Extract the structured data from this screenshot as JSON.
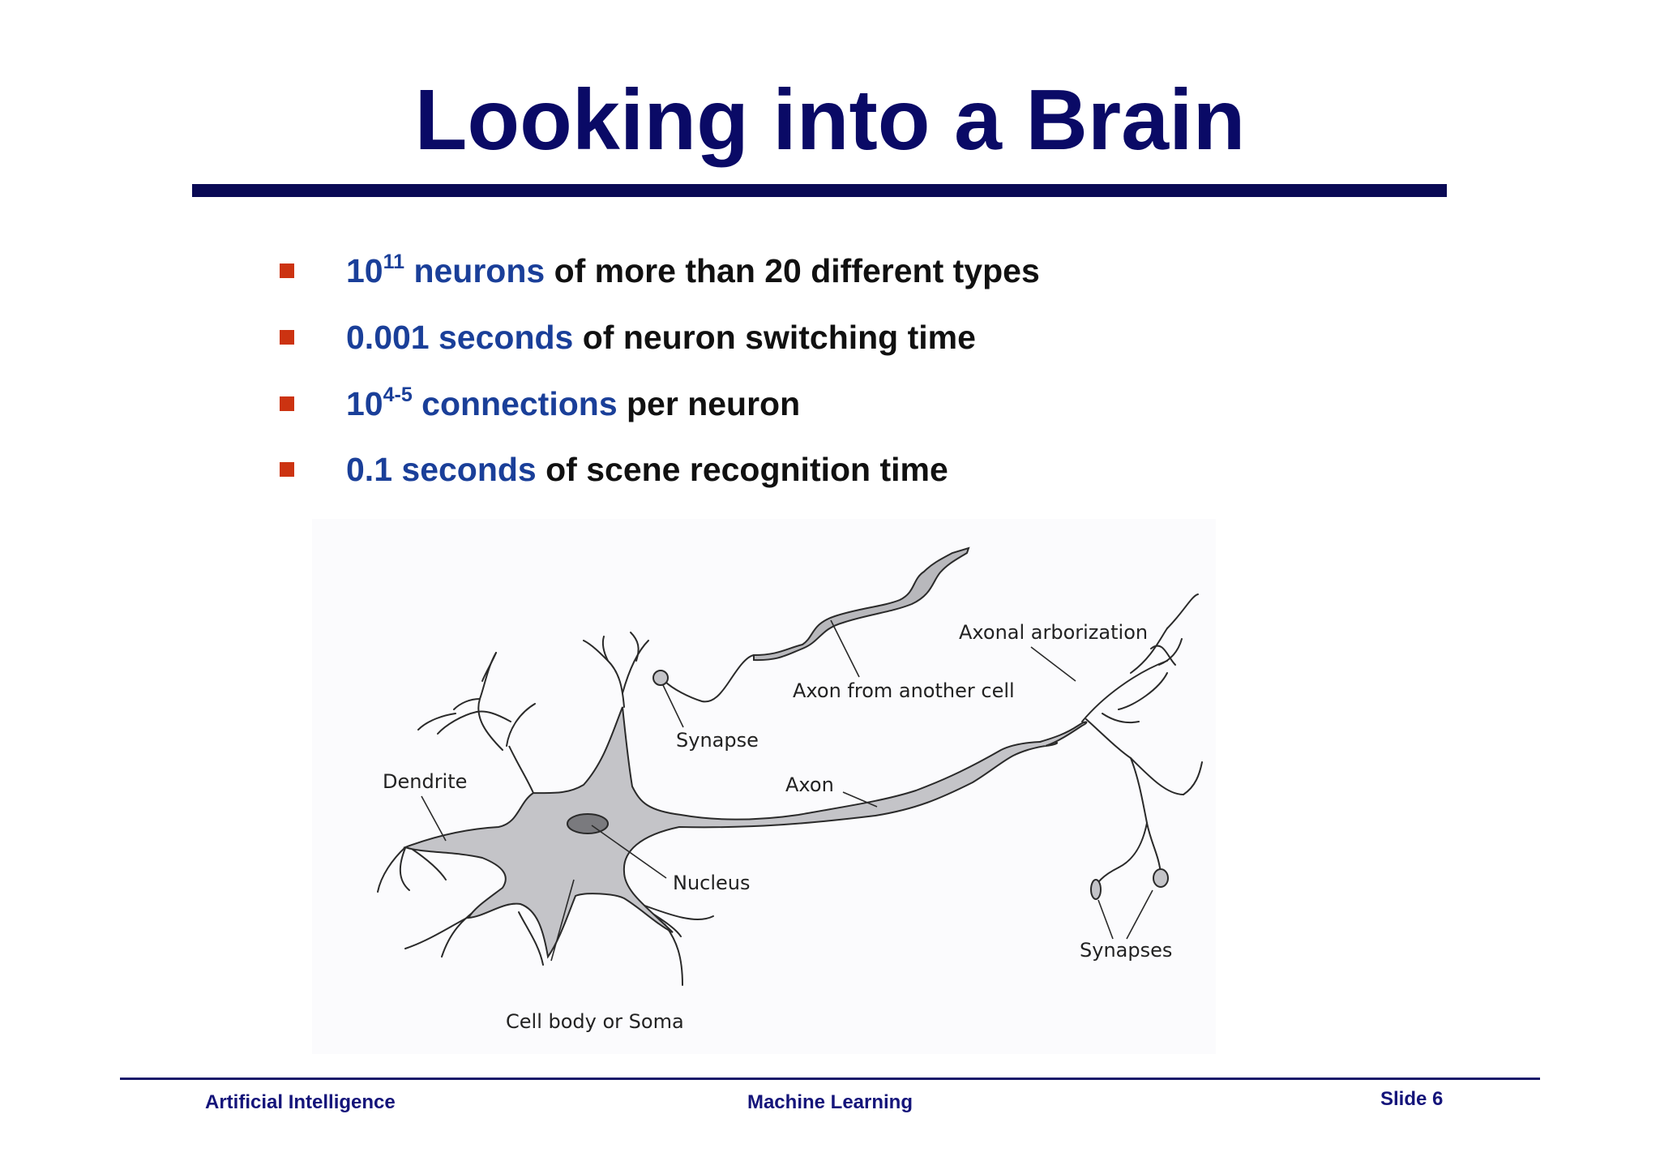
{
  "slide": {
    "title": "Looking into a Brain",
    "bullets": [
      {
        "highlight_base": "10",
        "highlight_sup": "11",
        "highlight_rest": " neurons",
        "rest": " of more than 20 different types"
      },
      {
        "highlight_base": "0.001 seconds",
        "highlight_sup": "",
        "highlight_rest": "",
        "rest": " of neuron switching time"
      },
      {
        "highlight_base": "10",
        "highlight_sup": "4-5",
        "highlight_rest": " connections",
        "rest": " per neuron"
      },
      {
        "highlight_base": "0.1 seconds",
        "highlight_sup": "",
        "highlight_rest": "",
        "rest": " of scene recognition time"
      }
    ]
  },
  "diagram": {
    "labels": {
      "dendrite": "Dendrite",
      "synapse": "Synapse",
      "axon_from_another_cell": "Axon from another cell",
      "axonal_arborization": "Axonal arborization",
      "axon": "Axon",
      "nucleus": "Nucleus",
      "synapses": "Synapses",
      "cell_body": "Cell body or Soma"
    }
  },
  "footer": {
    "left": "Artificial Intelligence",
    "center": "Machine Learning",
    "right": "Slide 6"
  },
  "colors": {
    "title": "#0a0a66",
    "highlight": "#1a3f99",
    "bullet": "#cc3311",
    "soma_fill": "#c4c4c8"
  }
}
